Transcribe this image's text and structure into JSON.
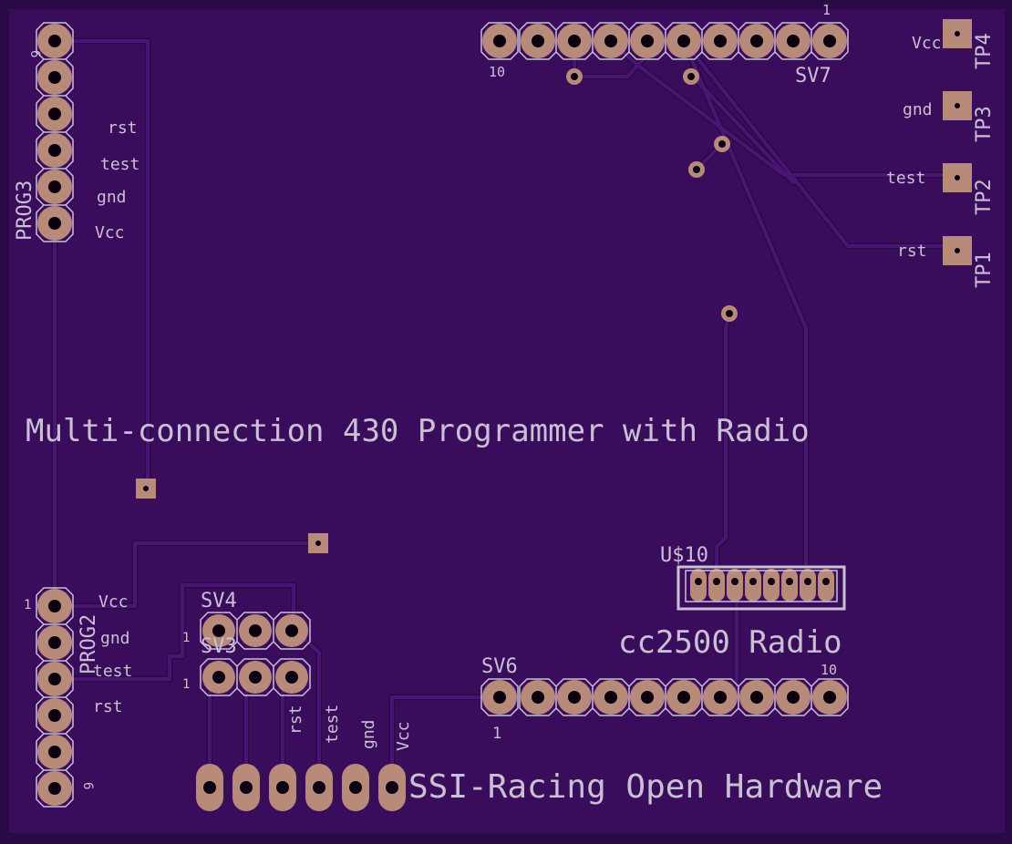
{
  "colors": {
    "board": "#3a0d5c",
    "board_edge": "#2a0a44",
    "trace": "#4a1473",
    "trace_edge": "#2a0a44",
    "pad": "#b88a7a",
    "hole": "#0a0010",
    "silk": "#c9c0d4"
  },
  "title": "Multi-connection 430 Programmer with Radio",
  "footer": "SSI-Racing Open Hardware",
  "radio_label": "cc2500 Radio",
  "prog3": {
    "name": "PROG3",
    "pin_number": "6",
    "labels": {
      "rst": "rst",
      "test": "test",
      "gnd": "gnd",
      "vcc": "Vcc"
    }
  },
  "prog2": {
    "name": "PROG2",
    "pin_first": "1",
    "pin_last": "6",
    "labels": {
      "vcc": "Vcc",
      "gnd": "gnd",
      "test": "test",
      "rst": "rst"
    }
  },
  "sv7": {
    "name": "SV7",
    "pin_first": "1",
    "pin_last": "10"
  },
  "sv6": {
    "name": "SV6",
    "pin_first": "1",
    "pin_last": "10"
  },
  "sv4": {
    "name": "SV4",
    "pin_first": "1"
  },
  "sv3": {
    "name": "SV3",
    "pin_first": "1"
  },
  "u10": {
    "name": "U$10"
  },
  "testpoints": [
    {
      "name": "TP4",
      "label": "Vcc"
    },
    {
      "name": "TP3",
      "label": "gnd"
    },
    {
      "name": "TP2",
      "label": "test"
    },
    {
      "name": "TP1",
      "label": "rst"
    }
  ],
  "bottom_labels": {
    "rst": "rst",
    "test": "test",
    "gnd": "gnd",
    "vcc": "Vcc"
  }
}
